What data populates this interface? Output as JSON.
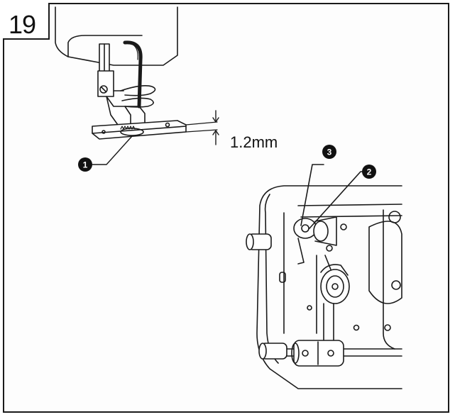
{
  "figure_number": "19",
  "dimension_label": "1.2mm",
  "callouts": [
    {
      "id": "1",
      "text": "1"
    },
    {
      "id": "2",
      "text": "2"
    },
    {
      "id": "3",
      "text": "3"
    }
  ],
  "colors": {
    "ink": "#1a1a1a",
    "paper": "#ffffff"
  }
}
